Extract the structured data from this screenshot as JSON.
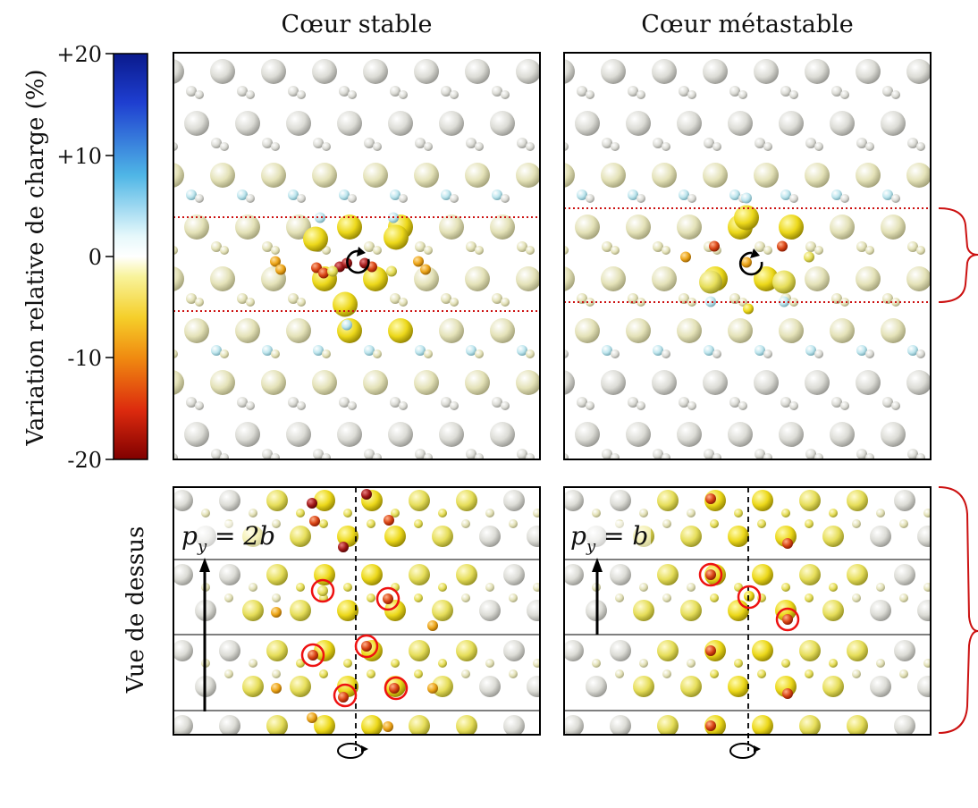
{
  "titles": {
    "left": "Cœur stable",
    "right": "Cœur métastable"
  },
  "colorbar": {
    "label": "Variation relative de charge (%)",
    "ticks": [
      "+20",
      "+10",
      "0",
      "-10",
      "-20"
    ],
    "colors": [
      "#0a1a8c",
      "#2a6fe0",
      "#55d6e8",
      "#ffffff",
      "#f5f07a",
      "#f7c020",
      "#f07010",
      "#e02010",
      "#8a0000"
    ]
  },
  "top_view_label": "Vue de dessus",
  "periodicity": {
    "left": {
      "p": "p",
      "sub": "y",
      "rest": " = 2b"
    },
    "right": {
      "p": "p",
      "sub": "y",
      "rest": " = b"
    }
  },
  "accent": {
    "core_line": "#cc1111",
    "highlight_circle": "#ee1111"
  }
}
